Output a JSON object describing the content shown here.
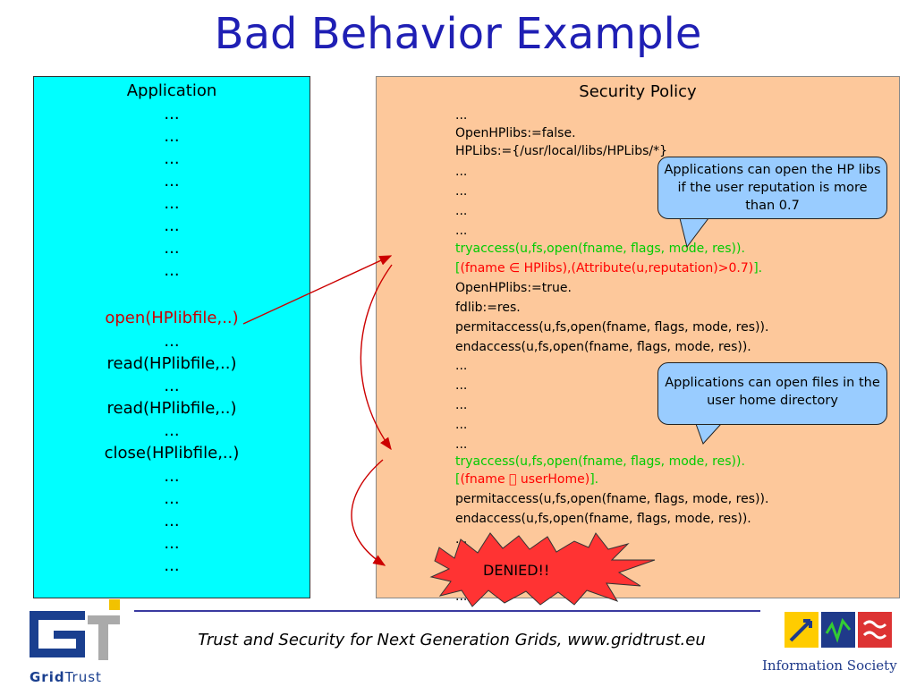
{
  "title": "Bad Behavior Example",
  "application": {
    "heading": "Application",
    "lines": [
      "...",
      "...",
      "...",
      "...",
      "...",
      "...",
      "...",
      "...",
      "open(HPlibfile,..)",
      "...",
      "read(HPlibfile,..)",
      "...",
      "read(HPlibfile,..)",
      "...",
      "close(HPlibfile,..)",
      "...",
      "...",
      "...",
      "...",
      "..."
    ]
  },
  "policy": {
    "heading": "Security Policy",
    "lines": [
      "...",
      "OpenHPlibs:=false.",
      "HPLibs:={/usr/local/libs/HPLibs/*}",
      "...",
      "...",
      "...",
      "...",
      "tryaccess(u,fs,open(fname, flags, mode, res)).",
      "[(fname ∈ HPlibs),(Attribute(u,reputation)>0.7)].",
      "OpenHPlibs:=true.",
      "fdlib:=res.",
      "permitaccess(u,fs,open(fname, flags, mode, res)).",
      "endaccess(u,fs,open(fname, flags, mode, res)).",
      "...",
      "...",
      "...",
      "...",
      "...",
      "tryaccess(u,fs,open(fname, flags, mode, res)).",
      "[(fname  userHome)].",
      "permitaccess(u,fs,open(fname, flags, mode, res)).",
      "endaccess(u,fs,open(fname, flags, mode, res)).",
      "...",
      "...",
      "...",
      "..."
    ],
    "cond1_open": "[",
    "cond1_a": "(fname ∈ HPlibs),",
    "cond1_b": "(Attribute(u,reputation)>0.7)",
    "cond1_close": "].",
    "cond2_open": "[",
    "cond2_a": "(fname  userHome)",
    "cond2_close": "]."
  },
  "callouts": {
    "hp_libs": "Applications can open the HP libs if the user reputation is more than 0.7",
    "home_dir": "Applications can open files in the user home directory"
  },
  "denied_label": "DENIED!!",
  "footer": {
    "text": "Trust and Security for Next Generation Grids, www.gridtrust.eu",
    "logo_left_grid": "Grid",
    "logo_left_trust": "Trust",
    "logo_right": "Information Society"
  },
  "colors": {
    "title": "#1f1fb4",
    "app_bg": "#00ffff",
    "policy_bg": "#fdc89b",
    "callout_bg": "#99ccff",
    "green": "#00cc00",
    "red": "#ff0000",
    "arrow": "#cc0000"
  }
}
